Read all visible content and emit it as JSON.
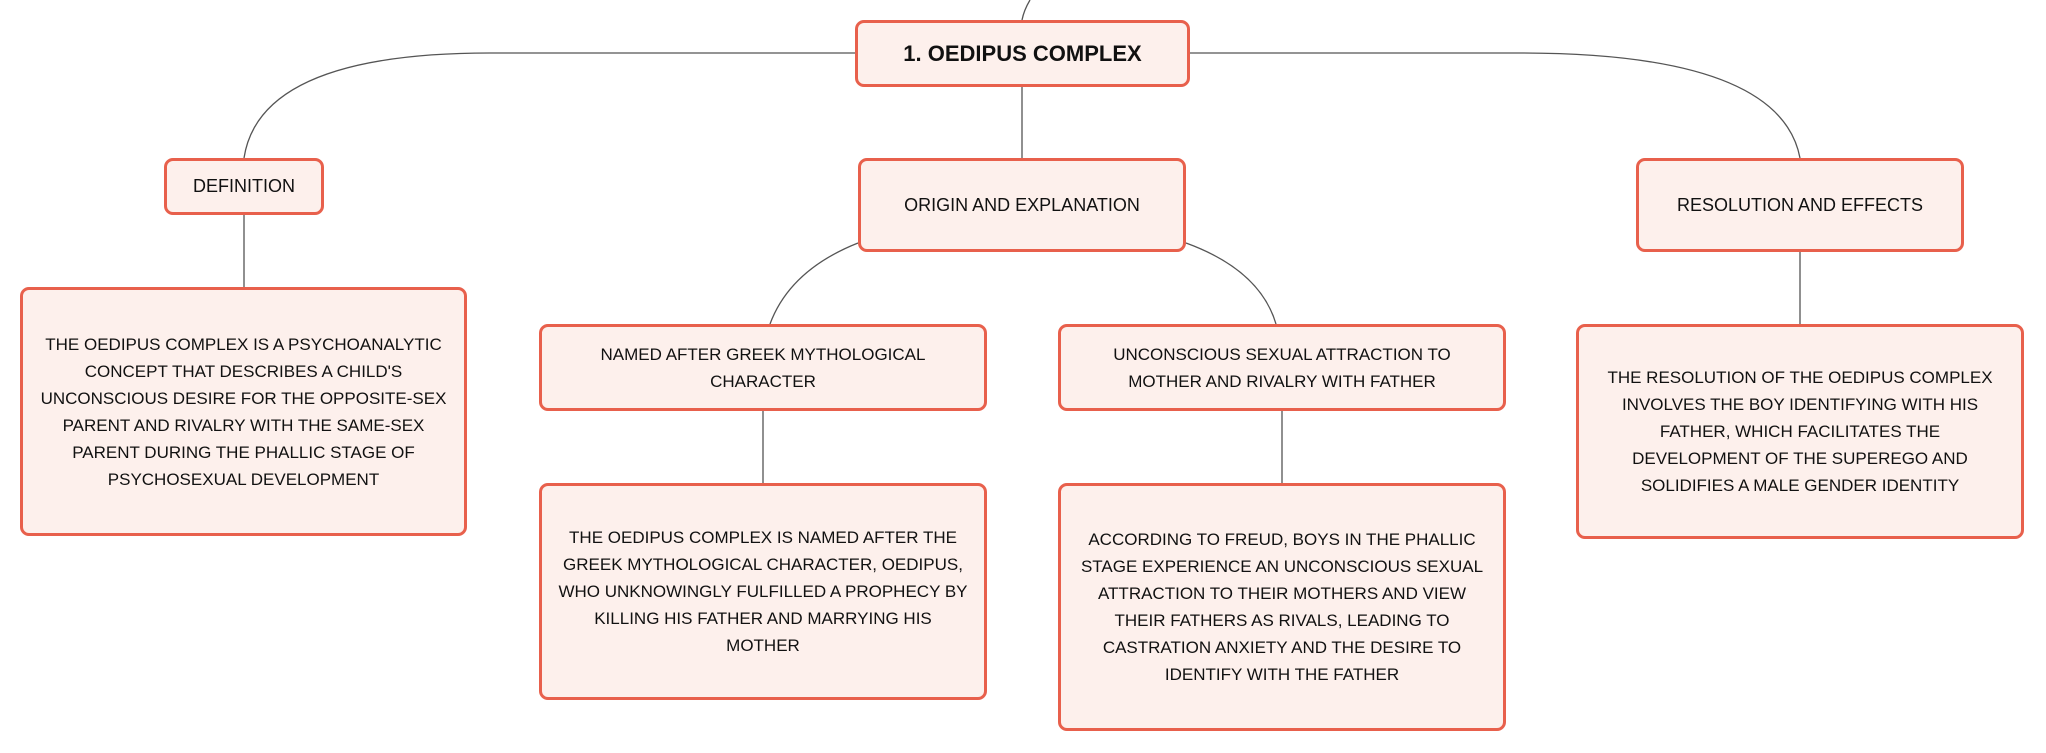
{
  "root": {
    "label": "1. OEDIPUS COMPLEX"
  },
  "branches": [
    {
      "label": "DEFINITION",
      "detail": "THE OEDIPUS COMPLEX IS A PSYCHOANALYTIC CONCEPT THAT DESCRIBES A CHILD'S UNCONSCIOUS DESIRE FOR THE OPPOSITE-SEX PARENT AND RIVALRY WITH THE SAME-SEX PARENT DURING THE PHALLIC STAGE OF PSYCHOSEXUAL DEVELOPMENT"
    },
    {
      "label": "ORIGIN AND EXPLANATION",
      "children": [
        {
          "label": "NAMED AFTER GREEK MYTHOLOGICAL CHARACTER",
          "detail": "THE OEDIPUS COMPLEX IS NAMED AFTER THE GREEK MYTHOLOGICAL CHARACTER, OEDIPUS, WHO UNKNOWINGLY FULFILLED A PROPHECY BY KILLING HIS FATHER AND MARRYING HIS MOTHER"
        },
        {
          "label": "UNCONSCIOUS SEXUAL ATTRACTION TO MOTHER AND RIVALRY WITH FATHER",
          "detail": "ACCORDING TO FREUD, BOYS IN THE PHALLIC STAGE EXPERIENCE AN UNCONSCIOUS SEXUAL ATTRACTION TO THEIR MOTHERS AND VIEW THEIR FATHERS AS RIVALS, LEADING TO CASTRATION ANXIETY AND THE DESIRE TO IDENTIFY WITH THE FATHER"
        }
      ]
    },
    {
      "label": "RESOLUTION AND EFFECTS",
      "detail": "THE RESOLUTION OF THE OEDIPUS COMPLEX INVOLVES THE BOY IDENTIFYING WITH HIS FATHER, WHICH FACILITATES THE DEVELOPMENT OF THE SUPEREGO AND SOLIDIFIES A MALE GENDER IDENTITY"
    }
  ],
  "colors": {
    "border": "#e8604c",
    "fill": "#fdf0ec",
    "line": "#555555"
  }
}
